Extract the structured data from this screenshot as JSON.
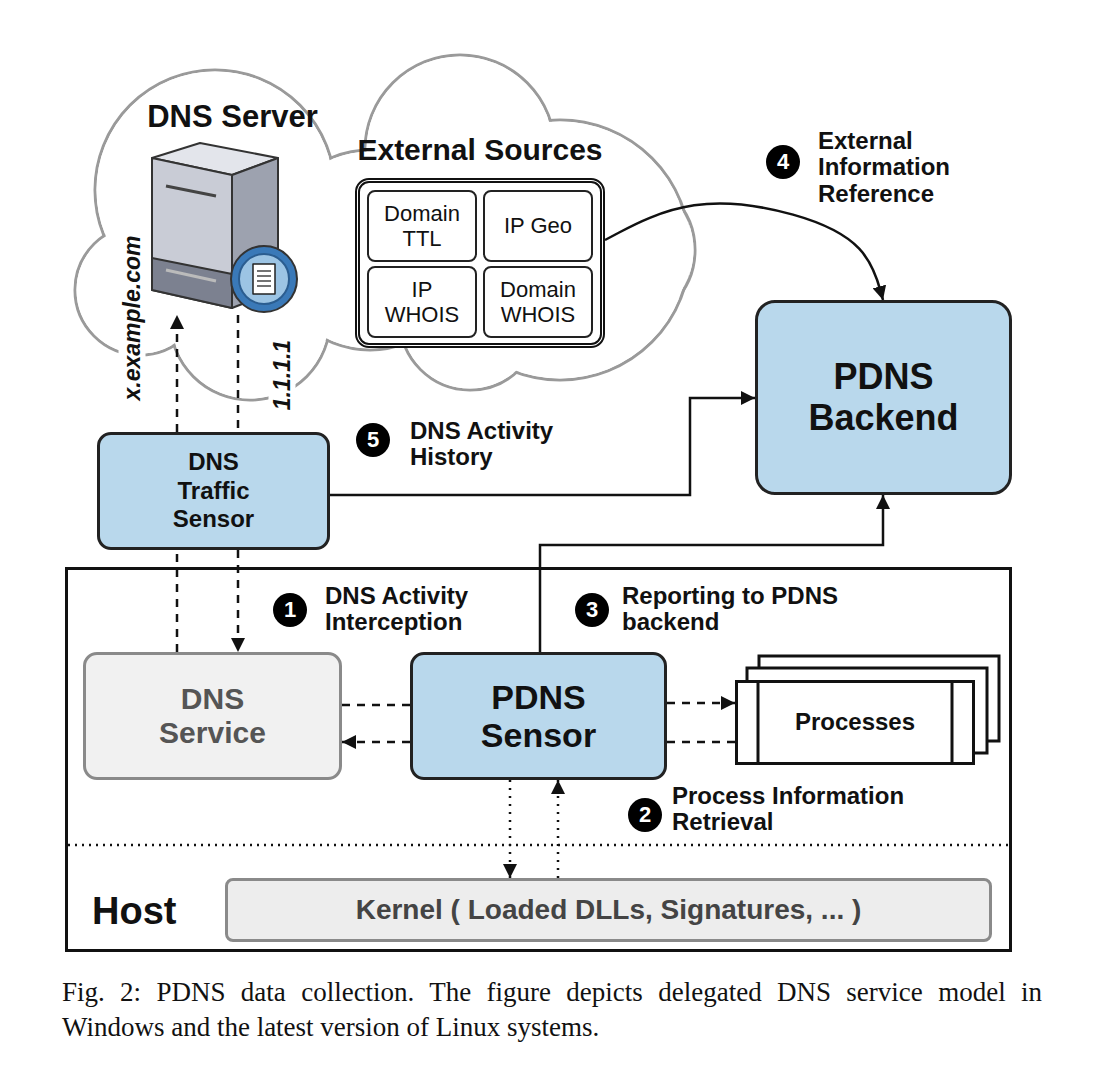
{
  "diagram": {
    "caption": "Fig. 2: PDNS data collection. The figure depicts delegated DNS service model in Windows and the latest version of Linux systems.",
    "nodes": [
      {
        "text": [
          "DNS Server"
        ]
      },
      {
        "text": [
          "External Sources"
        ]
      },
      {
        "text": [
          "Domain TTL"
        ],
        "in": 1
      },
      {
        "text": [
          "IP Geo"
        ],
        "in": 1
      },
      {
        "text": [
          "IP WHOIS"
        ],
        "in": 1
      },
      {
        "text": [
          "Domain WHOIS"
        ],
        "in": 1
      },
      {
        "text": [
          "PDNS Backend"
        ]
      },
      {
        "text": [
          "DNS Traffic Sensor"
        ]
      },
      {
        "text": [
          "Host"
        ]
      },
      {
        "text": [
          "DNS Service"
        ],
        "in": 8
      },
      {
        "text": [
          "PDNS Sensor"
        ],
        "in": 8
      },
      {
        "text": [
          "Processes"
        ],
        "in": 8
      },
      {
        "text": [
          "Kernel ( Loaded DLLs, Signatures, ... )"
        ],
        "in": 8
      }
    ],
    "edges": [
      {
        "from": 7,
        "to": 0,
        "label": "x.example.com",
        "arrow": "to"
      },
      {
        "from": 0,
        "to": 7,
        "label": "1.1.1.1",
        "arrow": "none"
      },
      {
        "from": 9,
        "to": 7,
        "arrow": "none"
      },
      {
        "from": 7,
        "to": 9,
        "arrow": "to"
      },
      {
        "from": 1,
        "to": 6,
        "arrow": "to"
      },
      {
        "from": 7,
        "to": 6,
        "arrow": "to"
      },
      {
        "from": 10,
        "to": 6,
        "arrow": "to"
      },
      {
        "from": 9,
        "to": 10,
        "arrow": "none"
      },
      {
        "from": 10,
        "to": 9,
        "arrow": "to"
      },
      {
        "from": 10,
        "to": 11,
        "arrow": "to"
      },
      {
        "from": 11,
        "to": 10,
        "arrow": "none"
      },
      {
        "from": 10,
        "to": 12,
        "arrow": "to"
      },
      {
        "from": 12,
        "to": 10,
        "arrow": "to"
      }
    ],
    "labels": [
      "1",
      "DNS Activity Interception",
      "2",
      "Process Information Retrieval",
      "3",
      "Reporting to PDNS backend",
      "4",
      "External Information Reference",
      "5",
      "DNS Activity History"
    ]
  }
}
